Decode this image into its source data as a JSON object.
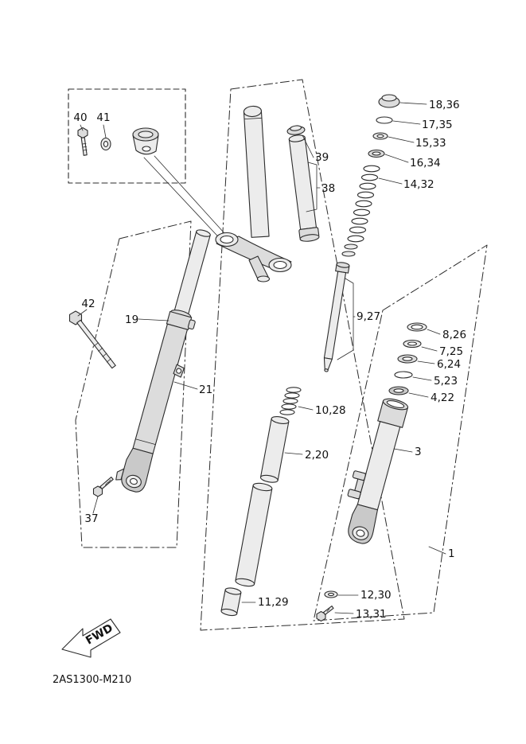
{
  "page": {
    "background": "#ffffff",
    "line_color": "#2b2b2b"
  },
  "diagram": {
    "type": "exploded-parts-diagram",
    "subject": "front-fork",
    "drawing_code": "2AS1300-M210",
    "fwd_marker": "FWD",
    "part_labels": [
      {
        "text": "40"
      },
      {
        "text": "41"
      },
      {
        "text": "39"
      },
      {
        "text": "38"
      },
      {
        "text": "18,36"
      },
      {
        "text": "17,35"
      },
      {
        "text": "15,33"
      },
      {
        "text": "16,34"
      },
      {
        "text": "14,32"
      },
      {
        "text": "42"
      },
      {
        "text": "19"
      },
      {
        "text": "21"
      },
      {
        "text": "9,27"
      },
      {
        "text": "8,26"
      },
      {
        "text": "7,25"
      },
      {
        "text": "6,24"
      },
      {
        "text": "5,23"
      },
      {
        "text": "4,22"
      },
      {
        "text": "3"
      },
      {
        "text": "10,28"
      },
      {
        "text": "2,20"
      },
      {
        "text": "37"
      },
      {
        "text": "1"
      },
      {
        "text": "11,29"
      },
      {
        "text": "12,30"
      },
      {
        "text": "13,31"
      }
    ]
  }
}
